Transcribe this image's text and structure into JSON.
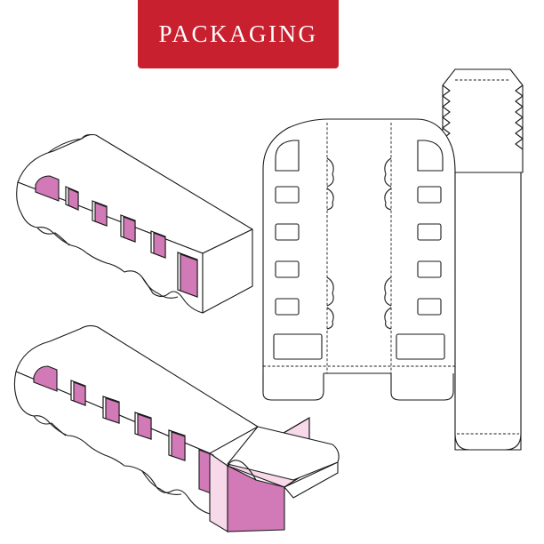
{
  "header": {
    "title": "PACKAGING"
  },
  "colors": {
    "banner": "#c8202f",
    "window_pink": "#d27ab8",
    "flap_light_pink": "#f7d9ea",
    "outline": "#1a1a1a"
  },
  "illustrations": [
    {
      "name": "closed-bus-box",
      "icon": "bus-shaped-box"
    },
    {
      "name": "open-bus-box",
      "icon": "bus-shaped-box-open-end"
    },
    {
      "name": "dieline-template",
      "icon": "flat-die-cut-template"
    }
  ]
}
